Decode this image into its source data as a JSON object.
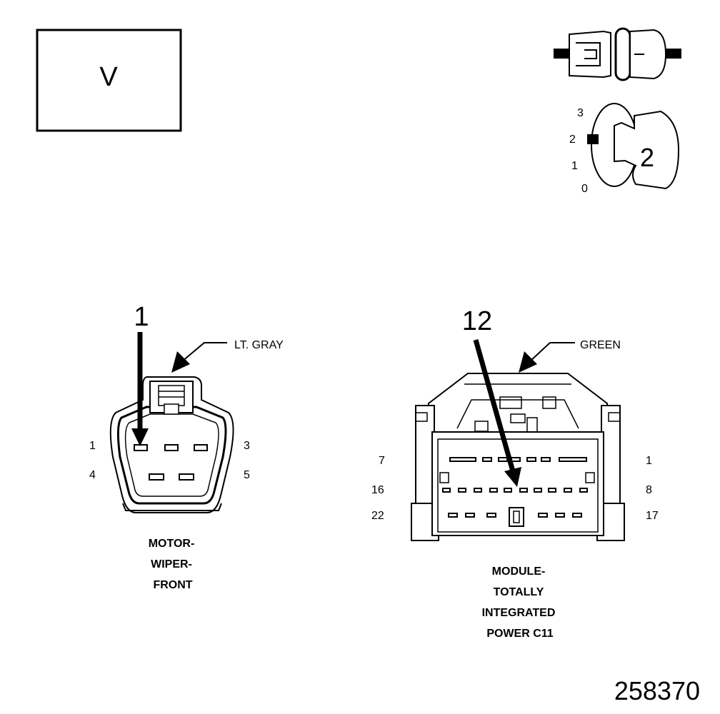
{
  "meter_box": {
    "label": "V"
  },
  "ignition_switch": {
    "positions": [
      "3",
      "2",
      "1",
      "0"
    ],
    "selected_position": "2"
  },
  "left_connector": {
    "probe_pin": "1",
    "color_label": "LT. GRAY",
    "pin_labels": {
      "top_left": "1",
      "top_right": "3",
      "bottom_left": "4",
      "bottom_right": "5"
    },
    "caption_lines": [
      "MOTOR-",
      "WIPER-",
      "FRONT"
    ]
  },
  "right_connector": {
    "probe_pin": "12",
    "color_label": "GREEN",
    "pin_labels": {
      "row1_left": "7",
      "row1_right": "1",
      "row2_left": "16",
      "row2_right": "8",
      "row3_left": "22",
      "row3_right": "17"
    },
    "caption_lines": [
      "MODULE-",
      "TOTALLY",
      "INTEGRATED",
      "POWER C11"
    ]
  },
  "figure_number": "258370"
}
